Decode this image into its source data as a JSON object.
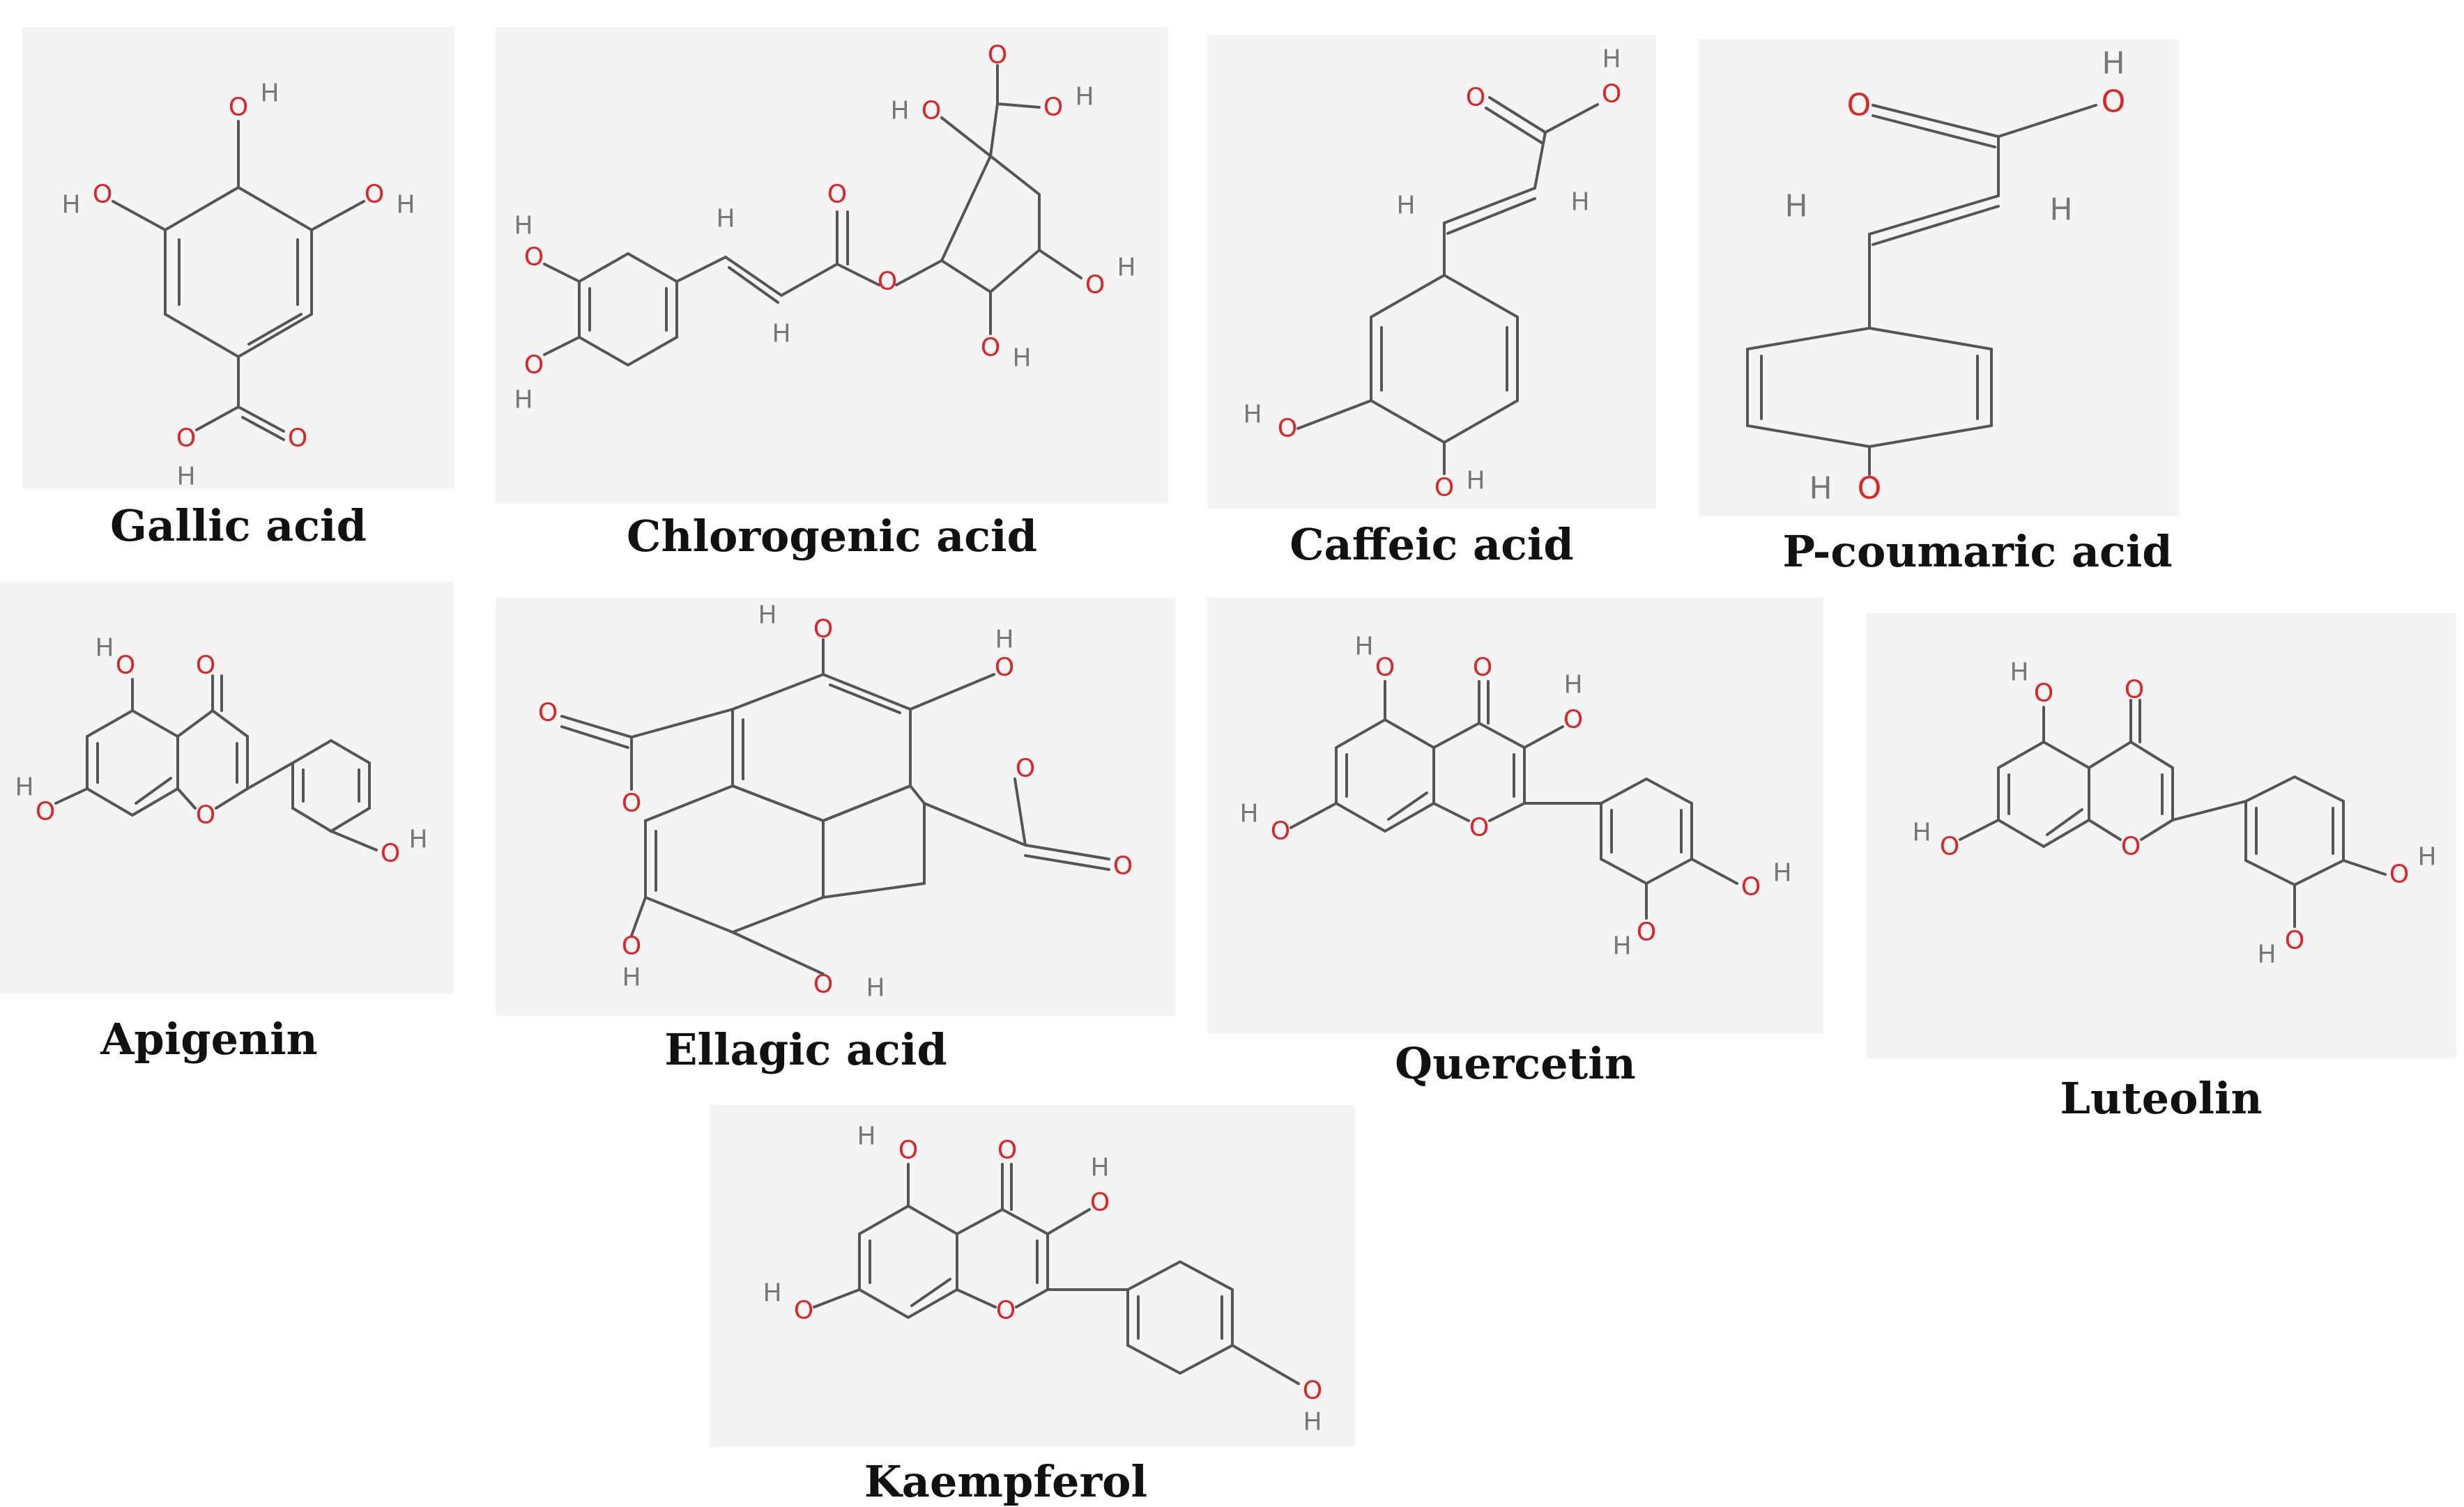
{
  "colors": {
    "panel_bg": "#f4f4f4",
    "bond": "#555555",
    "oxygen": "#e02222",
    "hydrogen": "#777777"
  },
  "compounds": [
    {
      "name": "Gallic acid"
    },
    {
      "name": "Chlorogenic acid"
    },
    {
      "name": "Caffeic acid"
    },
    {
      "name": "P-coumaric acid"
    },
    {
      "name": "Apigenin"
    },
    {
      "name": "Ellagic acid"
    },
    {
      "name": "Quercetin"
    },
    {
      "name": "Luteolin"
    },
    {
      "name": "Kaempferol"
    }
  ]
}
